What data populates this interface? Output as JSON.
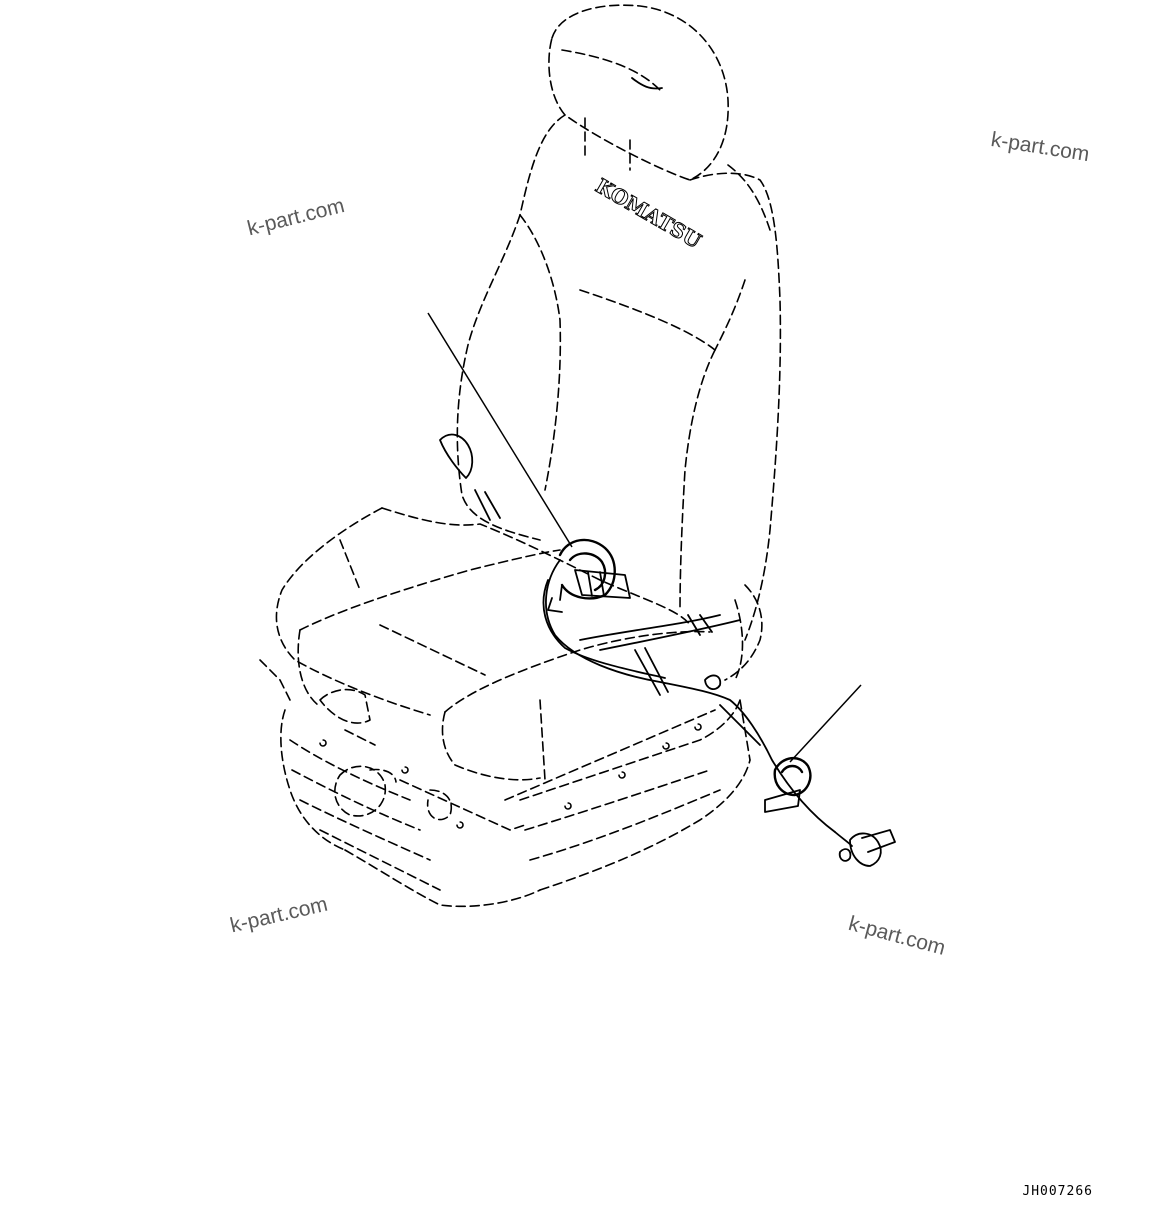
{
  "figure": {
    "seat_brand_text": "KOMATSU",
    "drawing_code": "JH007266"
  },
  "watermarks": [
    "k-part.com",
    "k-part.com",
    "k-part.com",
    "k-part.com"
  ]
}
